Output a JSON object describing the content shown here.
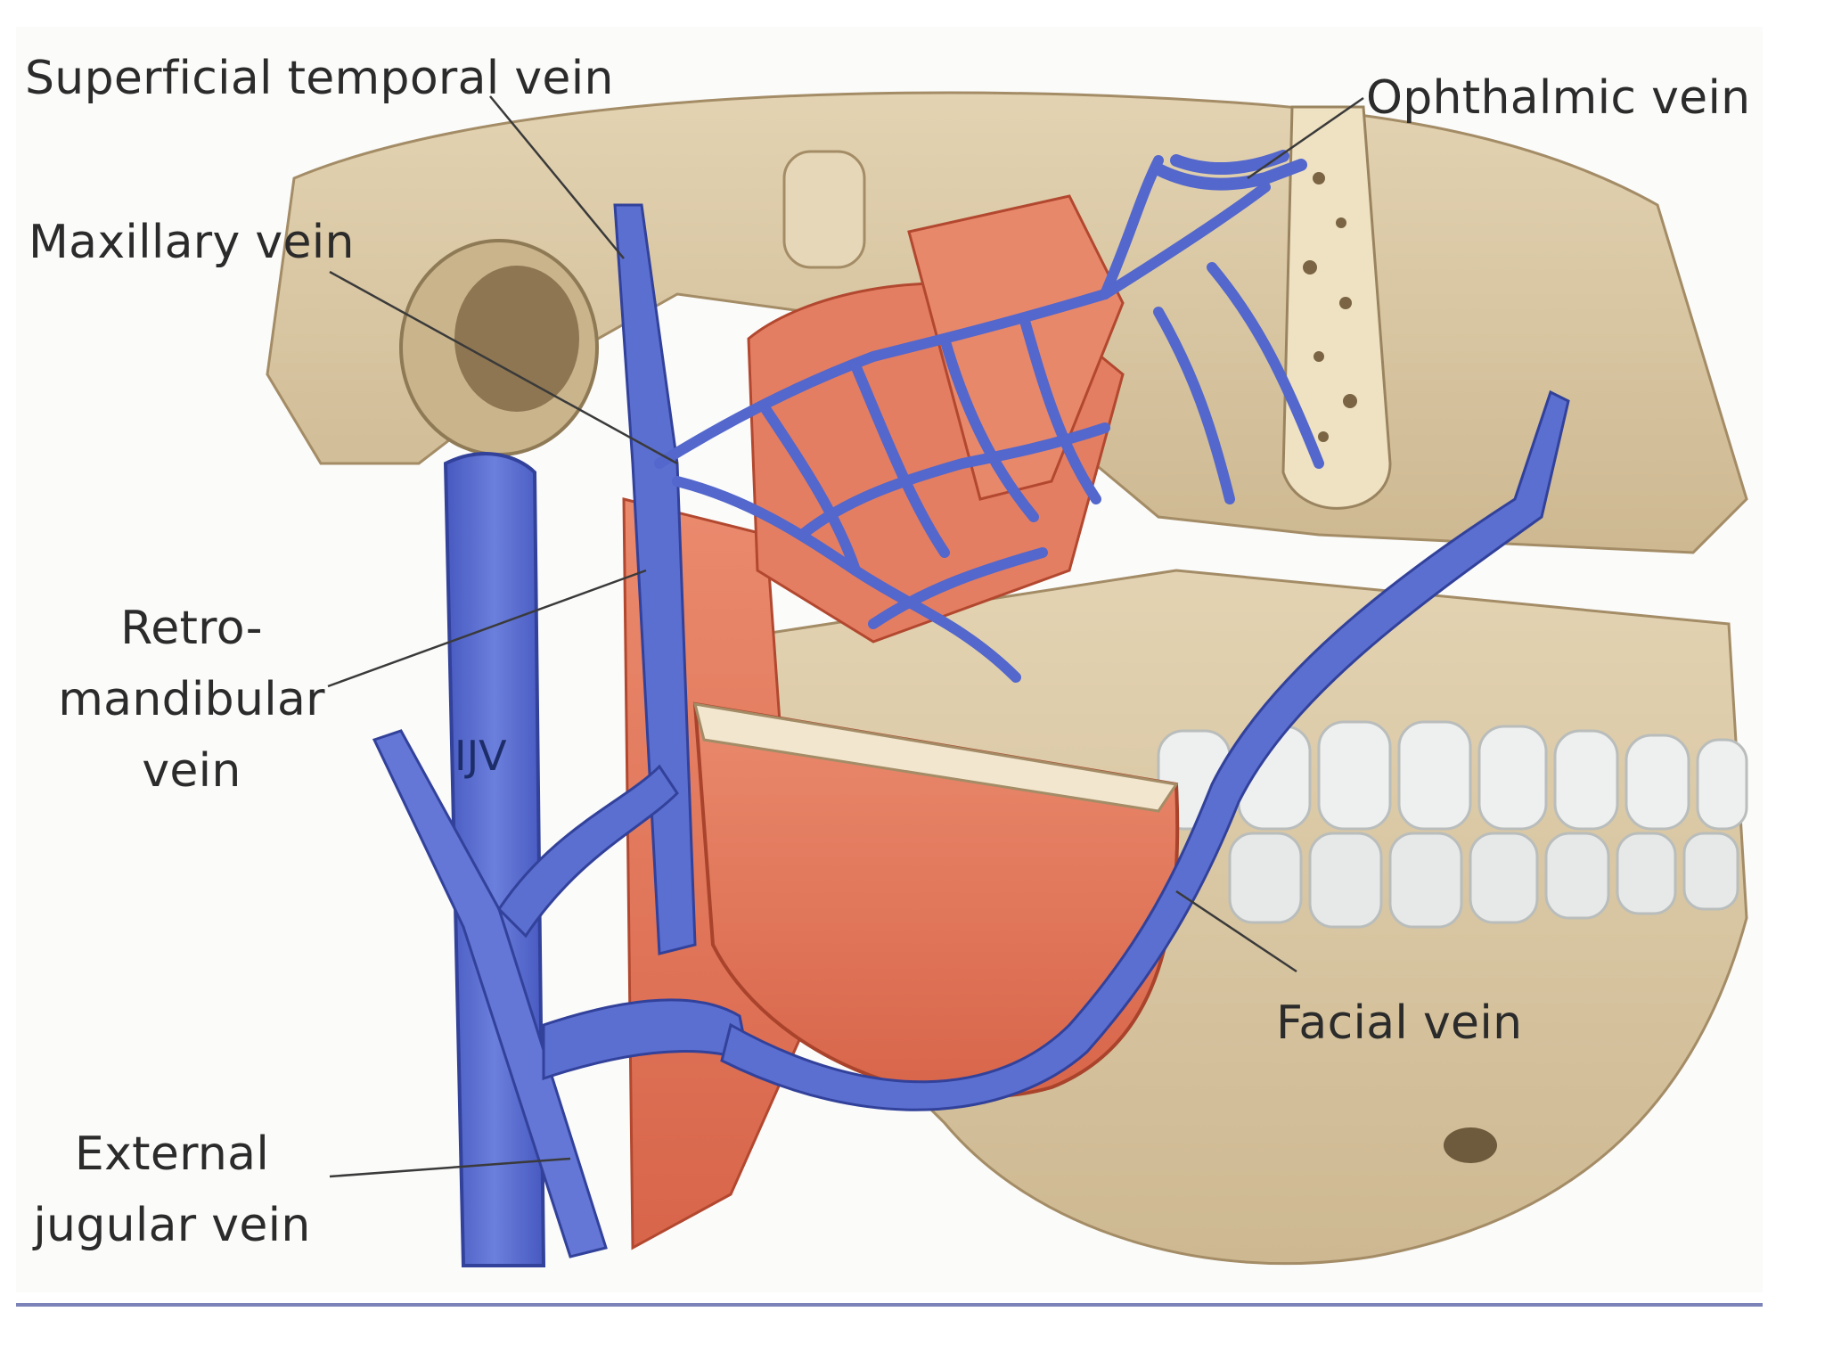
{
  "labels": {
    "superficial_temporal_vein": "Superficial temporal vein",
    "ophthalmic_vein": "Ophthalmic vein",
    "maxillary_vein": "Maxillary vein",
    "retromandibular_line1": "Retro-",
    "retromandibular_line2": "mandibular",
    "retromandibular_line3": "vein",
    "ijv": "IJV",
    "facial_vein": "Facial vein",
    "external_jugular_line1": "External",
    "external_jugular_line2": "jugular vein"
  },
  "colors": {
    "bone": "#d9c7a3",
    "bone_shadow": "#b59e76",
    "muscle": "#e2785c",
    "muscle_dark": "#c85a40",
    "vein": "#5b6fd1",
    "vein_dark": "#3d4fae",
    "teeth": "#eef0ef",
    "divider": "#7b83b8"
  }
}
